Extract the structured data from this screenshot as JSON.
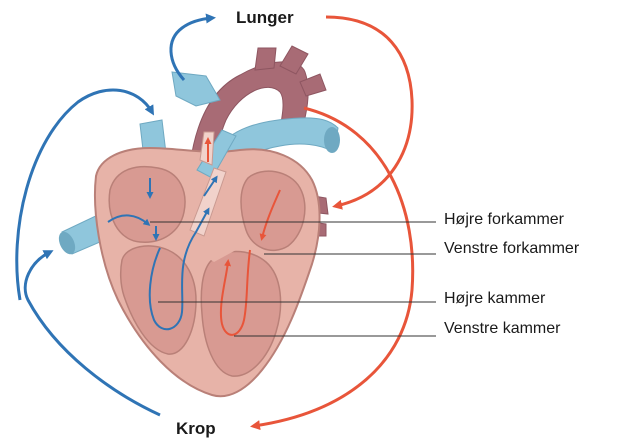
{
  "destinations": {
    "top": "Lunger",
    "bottom": "Krop"
  },
  "labels": [
    "Højre forkammer",
    "Venstre forkammer",
    "Højre kammer",
    "Venstre kammer"
  ],
  "colors": {
    "oxygen_poor_blood": "#2f74b5",
    "oxygen_rich_blood": "#e8553a",
    "heart_wall": "#e7b3a8",
    "heart_outline": "#b98078",
    "chamber_interior": "#d89a92",
    "vessel_blue": "#8fc6dc",
    "vessel_red": "#a86b75"
  }
}
